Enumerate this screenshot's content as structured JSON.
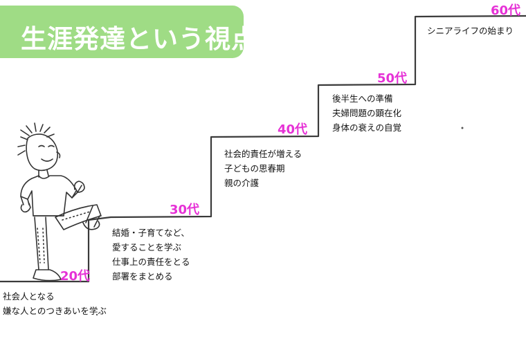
{
  "title": "生涯発達という視点",
  "colors": {
    "title_bg": "#9fdc85",
    "age": "#e631d6",
    "line": "#3a3a3a"
  },
  "stages": [
    {
      "age": "20代",
      "lines": [
        "社会人となる",
        "嫌な人とのつきあいを学ぶ"
      ]
    },
    {
      "age": "30代",
      "lines": [
        "結婚・子育てなど、",
        "愛することを学ぶ",
        "仕事上の責任をとる",
        "部署をまとめる"
      ]
    },
    {
      "age": "40代",
      "lines": [
        "社会的責任が増える",
        "子どもの思春期",
        "親の介護"
      ]
    },
    {
      "age": "50代",
      "lines": [
        "後半生への準備",
        "夫婦問題の顕在化",
        "身体の衰えの自覚"
      ]
    },
    {
      "age": "60代",
      "lines": [
        "シニアライフの始まり"
      ]
    }
  ]
}
